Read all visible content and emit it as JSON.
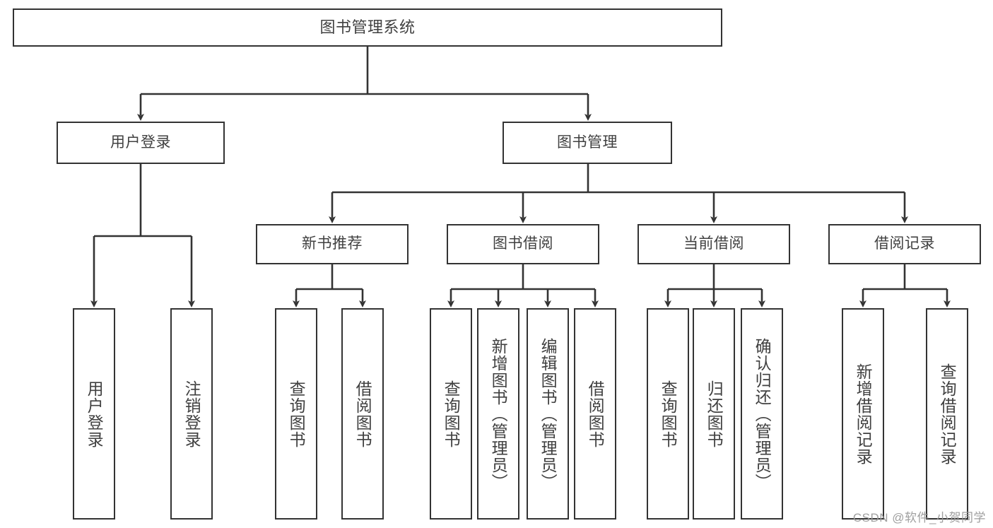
{
  "diagram": {
    "title": "图书管理系统",
    "type": "tree",
    "colors": {
      "stroke": "#333333",
      "fill": "#ffffff",
      "text": "#404040",
      "watermark": "#9a9a9a"
    },
    "root": {
      "label": "图书管理系统"
    },
    "level1": [
      {
        "label": "用户登录"
      },
      {
        "label": "图书管理"
      }
    ],
    "level2": [
      {
        "label": "新书推荐"
      },
      {
        "label": "图书借阅"
      },
      {
        "label": "当前借阅"
      },
      {
        "label": "借阅记录"
      }
    ],
    "leaves": {
      "user_login": [
        {
          "label": "用户登录"
        },
        {
          "label": "注销登录"
        }
      ],
      "new_book": [
        {
          "label": "查询图书"
        },
        {
          "label": "借阅图书"
        }
      ],
      "book_borrow": [
        {
          "label": "查询图书"
        },
        {
          "label": "新增图书（管理员）"
        },
        {
          "label": "编辑图书（管理员）"
        },
        {
          "label": "借阅图书"
        }
      ],
      "current_borrow": [
        {
          "label": "查询图书"
        },
        {
          "label": "归还图书"
        },
        {
          "label": "确认归还（管理员）"
        }
      ],
      "borrow_record": [
        {
          "label": "新增借阅记录"
        },
        {
          "label": "查询借阅记录"
        }
      ]
    },
    "watermark": "CSDN @软件_小贺同学"
  }
}
